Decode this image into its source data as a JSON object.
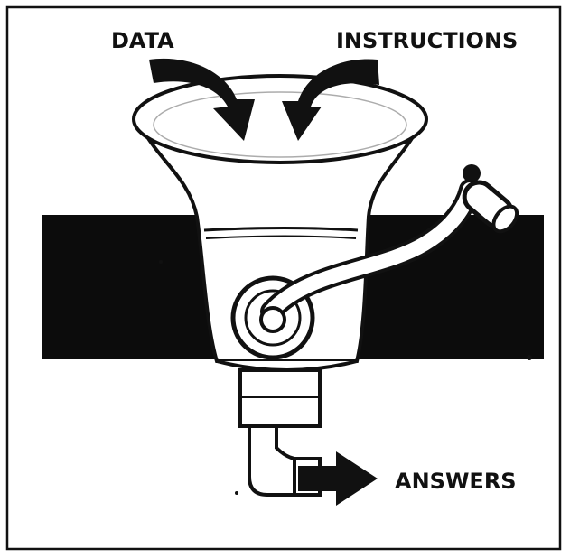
{
  "labels": {
    "data": "DATA",
    "instructions": "INSTRUCTIONS",
    "answers": "ANSWERS"
  },
  "colors": {
    "ink": "#111111",
    "paper": "#ffffff",
    "band": "#0c0c0c"
  },
  "icons": {
    "machine": "funnel-grinder-icon",
    "crank": "crank-handle-icon",
    "arrow": "curved-arrow-icon"
  }
}
